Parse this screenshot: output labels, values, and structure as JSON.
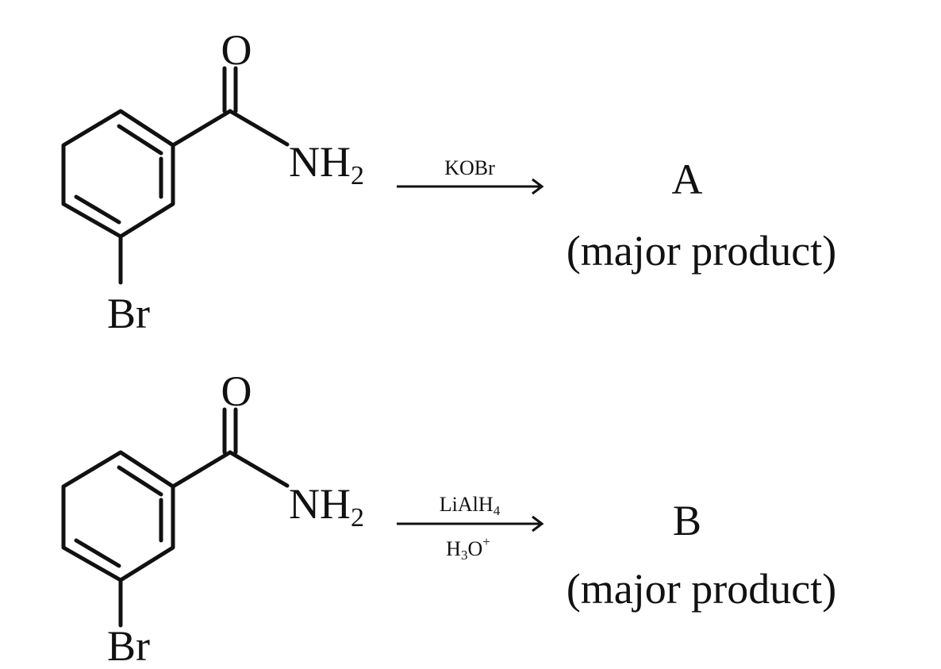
{
  "reactions": [
    {
      "reactant": {
        "oxygen": "O",
        "nitrogen": "N",
        "hydrogen": "H",
        "h_count": "2",
        "bromine": "Br"
      },
      "reagent_top_main": "KOBr",
      "reagent_bottom_main": "",
      "product_label": "A",
      "product_note": "(major product)"
    },
    {
      "reactant": {
        "oxygen": "O",
        "nitrogen": "N",
        "hydrogen": "H",
        "h_count": "2",
        "bromine": "Br"
      },
      "reagent_top_main": "LiAlH",
      "reagent_top_sub": "4",
      "reagent_bottom_main": "H",
      "reagent_bottom_sub": "3",
      "reagent_bottom_tail": "O",
      "reagent_bottom_sup": "+",
      "product_label": "B",
      "product_note": "(major product)"
    }
  ]
}
